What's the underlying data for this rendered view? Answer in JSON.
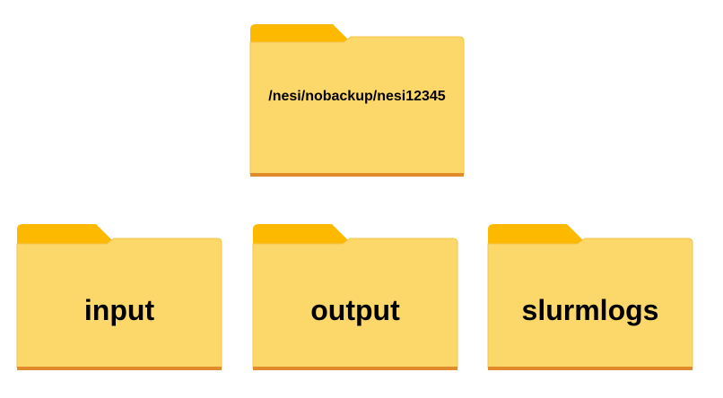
{
  "colors": {
    "tab": "#FDB900",
    "body": "#FCD769",
    "border": "#F2C44E",
    "bottom_edge": "#E08A2C"
  },
  "root": {
    "icon": "folder-icon",
    "label": "/nesi/nobackup/nesi12345"
  },
  "children": [
    {
      "icon": "folder-icon",
      "label": "input"
    },
    {
      "icon": "folder-icon",
      "label": "output"
    },
    {
      "icon": "folder-icon",
      "label": "slurmlogs"
    }
  ]
}
